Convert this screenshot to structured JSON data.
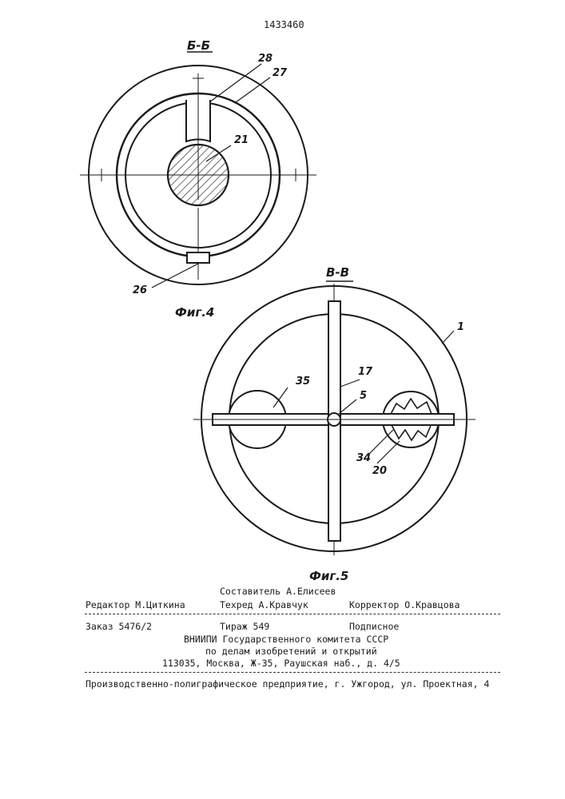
{
  "patent_number": "1433460",
  "figure4": {
    "section_label": "Б-Б",
    "caption": "Фиг.4",
    "callouts": [
      "28",
      "27",
      "21",
      "26"
    ]
  },
  "figure5": {
    "section_label": "В-В",
    "caption": "Фиг.5",
    "callouts": [
      "1",
      "17",
      "35",
      "5",
      "34",
      "20"
    ]
  },
  "imprint": {
    "compiler": "Составитель А.Елисеев",
    "editor": "Редактор М.Циткина",
    "techred": "Техред А.Кравчук",
    "corrector": "Корректор О.Кравцова",
    "order": "Заказ 5476/2",
    "circulation": "Тираж 549",
    "subscription": "Подписное",
    "institute_line1": "ВНИИПИ Государственного комитета СССР",
    "institute_line2": "по делам изобретений и открытий",
    "address": "113035, Москва, Ж-35, Раушская наб., д. 4/5",
    "printer": "Производственно-полиграфическое предприятие, г. Ужгород, ул. Проектная, 4"
  }
}
